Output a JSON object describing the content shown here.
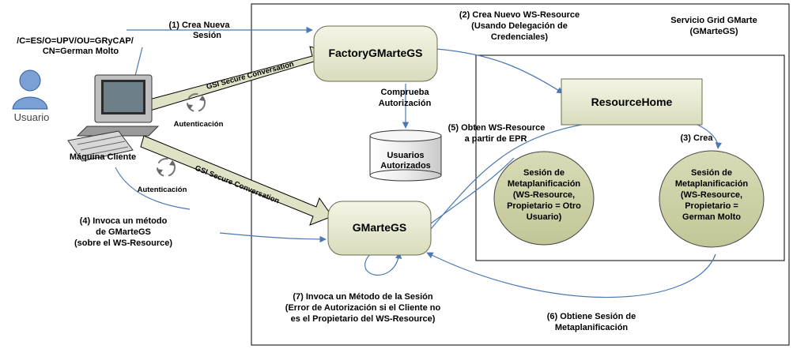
{
  "labels": {
    "step1_line1": "(1) Crea Nueva",
    "step1_line2": "Sesión",
    "dn_line1": "/C=ES/O=UPV/OU=GRyCAP/",
    "dn_line2": "CN=German Molto",
    "usuario": "Usuario",
    "maquina_cliente": "Máquina Cliente",
    "autenticacion_1": "Autenticación",
    "autenticacion_2": "Autenticación",
    "gsi_1": "GSI Secure Conversation",
    "gsi_2": "GSI Secure Conversation",
    "factory": "FactoryGMarteGS",
    "comprueba_line1": "Comprueba",
    "comprueba_line2": "Autorización",
    "usuarios_line1": "Usuarios",
    "usuarios_line2": "Autorizados",
    "step2_line1": "(2) Crea Nuevo WS-Resource",
    "step2_line2": "(Usando Delegación de",
    "step2_line3": "Credenciales)",
    "servicio_line1": "Servicio Grid GMarte",
    "servicio_line2": "(GMarteGS)",
    "resource_home": "ResourceHome",
    "step5_line1": "(5) Obten WS-Resource",
    "step5_line2": "a partir de EPR",
    "step3": "(3) Crea",
    "sesion_otro_line1": "Sesión de",
    "sesion_otro_line2": "Metaplanificación",
    "sesion_otro_line3": "(WS-Resource,",
    "sesion_otro_line4": "Propietario = Otro",
    "sesion_otro_line5": "Usuario)",
    "sesion_gm_line1": "Sesión de",
    "sesion_gm_line2": "Metaplanificación",
    "sesion_gm_line3": "(WS-Resource,",
    "sesion_gm_line4": "Propietario =",
    "sesion_gm_line5": "German Molto",
    "gmartegs": "GMarteGS",
    "step4_line1": "(4) Invoca un método",
    "step4_line2": "de GMarteGS",
    "step4_line3": "(sobre el WS-Resource)",
    "step7_line1": "(7) Invoca un Método de la Sesión",
    "step7_line2": "(Error de Autorización si el Cliente no",
    "step7_line3": "es el Propietario del WS-Resource)",
    "step6_line1": "(6) Obtiene Sesión de",
    "step6_line2": "Metaplanificación"
  },
  "colors": {
    "node_fill": "#e8ead3",
    "ellipse_fill": "#cdd1a8",
    "connector": "#4a78b5",
    "gsi_arrow": "#dfe2c4",
    "user_icon": "#7aa0d6"
  },
  "icons": [
    "user-icon",
    "computer-icon",
    "refresh-cycle-icon",
    "database-icon"
  ]
}
